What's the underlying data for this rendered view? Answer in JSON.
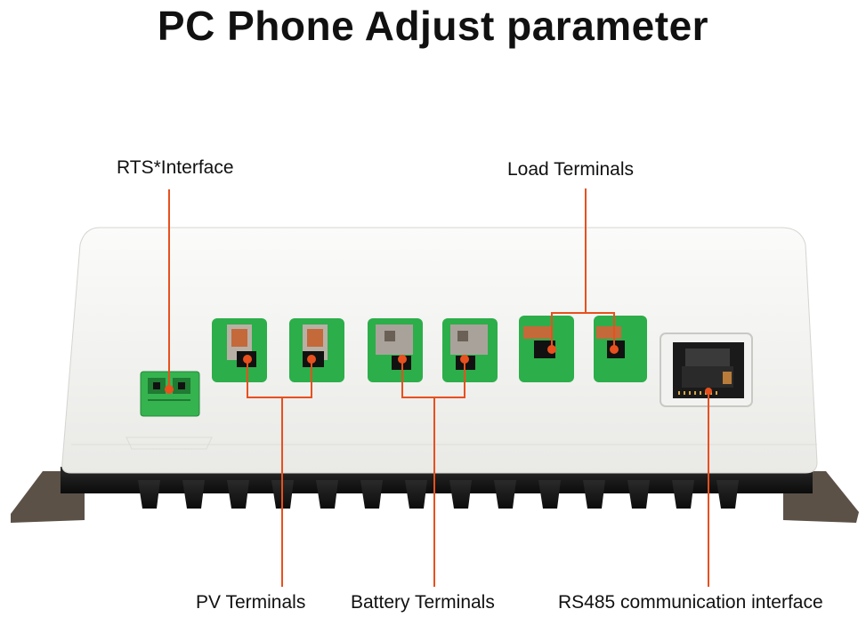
{
  "title": "PC Phone Adjust parameter",
  "labels": {
    "rts": "RTS*Interface",
    "load": "Load Terminals",
    "pv": "PV Terminals",
    "battery": "Battery Terminals",
    "rs485": "RS485 communication interface"
  },
  "colors": {
    "callout": "#e8501e",
    "terminal_green": "#2bb34a",
    "housing": "#f6f6f4",
    "heatsink": "#1b1b1b"
  }
}
